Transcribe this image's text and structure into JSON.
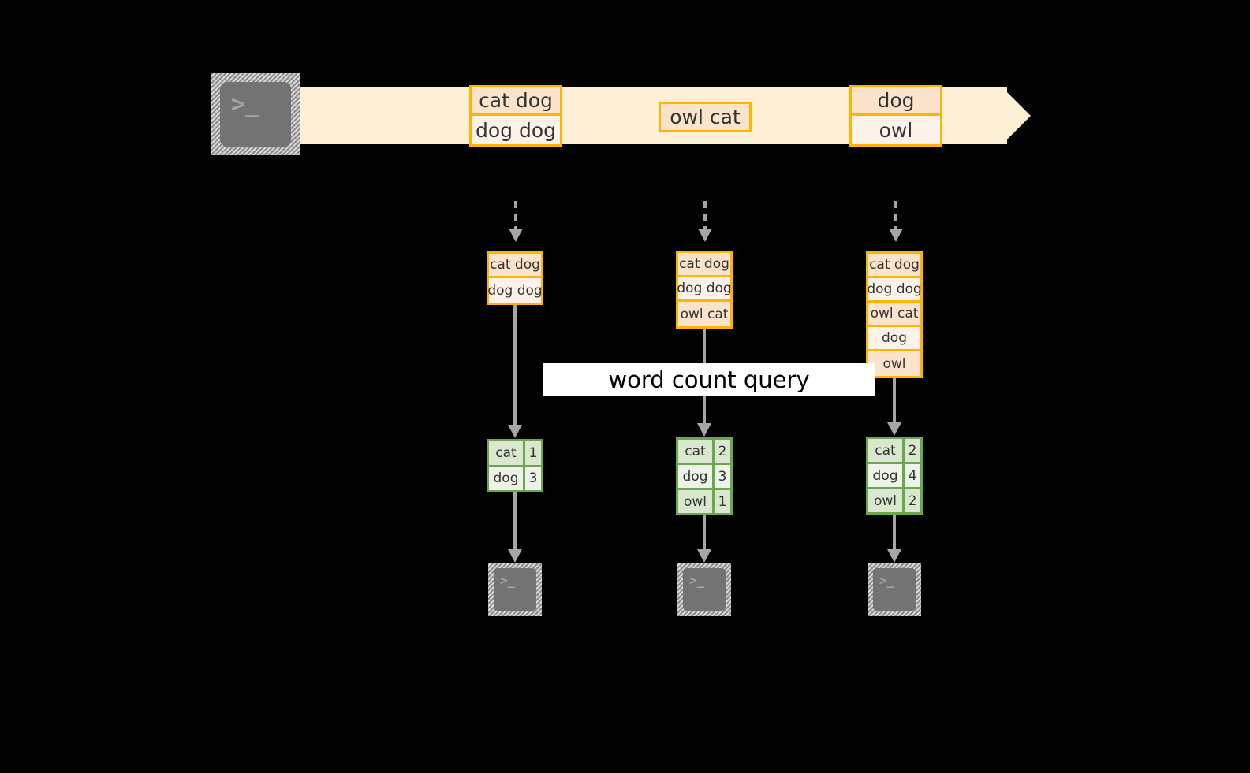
{
  "diagram": {
    "title_label": "word count query",
    "colors": {
      "stream_band": "#fdf0d5",
      "record_border": "#ffb400",
      "record_fill": "#fdf2e9",
      "record_fill_shade": "#fce3cb",
      "result_border": "#6aa84f",
      "result_fill": "#edf3e8",
      "result_fill_shade": "#d9e7cf",
      "arrow_gray": "#a6a6a6",
      "terminal_gray": "#737373",
      "background": "#000000"
    },
    "stream": {
      "source_icon": "terminal-icon",
      "source_prompt": ">_",
      "records": [
        {
          "lines": [
            "cat dog",
            "dog dog"
          ]
        },
        {
          "lines": [
            "owl cat"
          ]
        },
        {
          "lines": [
            "dog",
            "owl"
          ]
        }
      ]
    },
    "snapshots": [
      {
        "state_lines": [
          "cat dog",
          "dog dog"
        ],
        "result_header": null,
        "result_rows": [
          {
            "word": "cat",
            "count": "1"
          },
          {
            "word": "dog",
            "count": "3"
          }
        ],
        "sink_icon": "terminal-icon",
        "sink_prompt": ">_"
      },
      {
        "state_lines": [
          "cat dog",
          "dog dog",
          "owl cat"
        ],
        "result_header": null,
        "result_rows": [
          {
            "word": "cat",
            "count": "2"
          },
          {
            "word": "dog",
            "count": "3"
          },
          {
            "word": "owl",
            "count": "1"
          }
        ],
        "sink_icon": "terminal-icon",
        "sink_prompt": ">_"
      },
      {
        "state_lines": [
          "cat dog",
          "dog dog",
          "owl cat",
          "dog",
          "owl"
        ],
        "result_header": null,
        "result_rows": [
          {
            "word": "cat",
            "count": "2"
          },
          {
            "word": "dog",
            "count": "4"
          },
          {
            "word": "owl",
            "count": "2"
          }
        ],
        "sink_icon": "terminal-icon",
        "sink_prompt": ">_"
      }
    ]
  }
}
